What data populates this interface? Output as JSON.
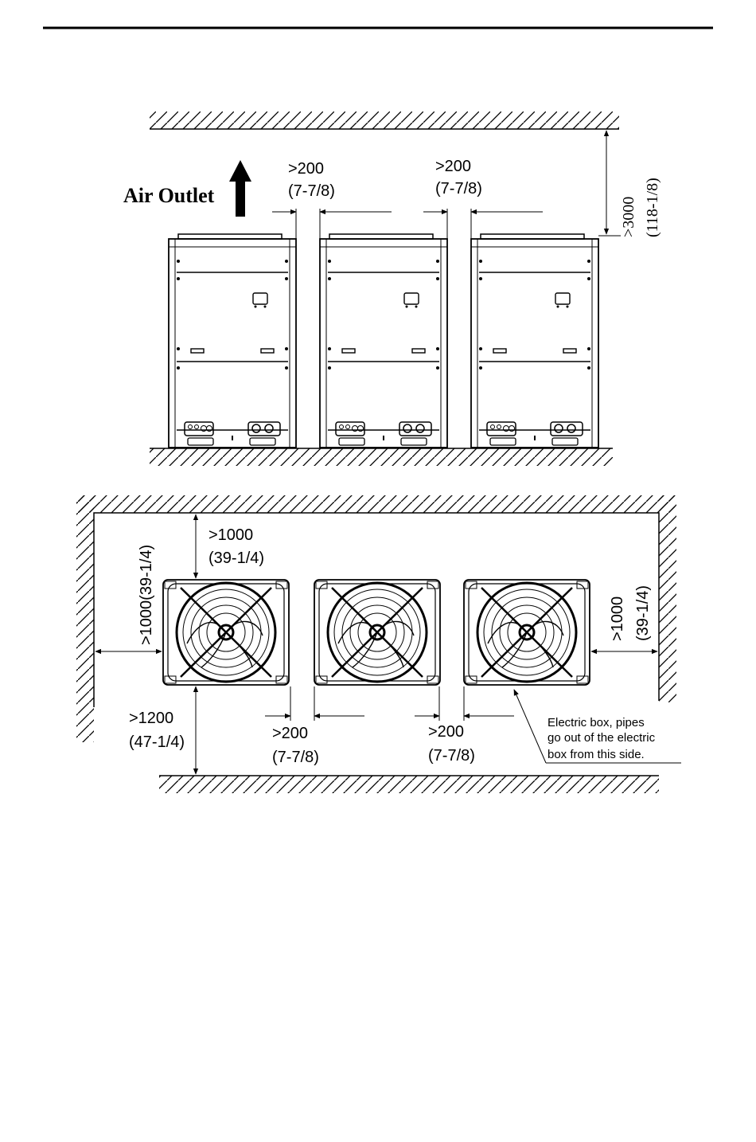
{
  "labels": {
    "air_outlet": "Air Outlet",
    "front_gap1_a": ">200",
    "front_gap1_b": "(7-7/8)",
    "front_gap2_a": ">200",
    "front_gap2_b": "(7-7/8)",
    "top_clear_a": ">3000",
    "top_clear_b": "(118-1/8)",
    "plan_top_a": ">1000",
    "plan_top_b": "(39-1/4)",
    "plan_left": ">1000(39-1/4)",
    "plan_right_a": ">1000",
    "plan_right_b": "(39-1/4)",
    "plan_bottom_a": ">1200",
    "plan_bottom_b": "(47-1/4)",
    "plan_gap1_a": ">200",
    "plan_gap1_b": "(7-7/8)",
    "plan_gap2_a": ">200",
    "plan_gap2_b": "(7-7/8)",
    "note_1": "Electric box, pipes",
    "note_2": "go out of the electric",
    "note_3": "box from this side."
  },
  "colors": {
    "line": "#000000",
    "background": "#ffffff"
  },
  "icons": [
    "arrow-up-icon",
    "fan-icon"
  ]
}
